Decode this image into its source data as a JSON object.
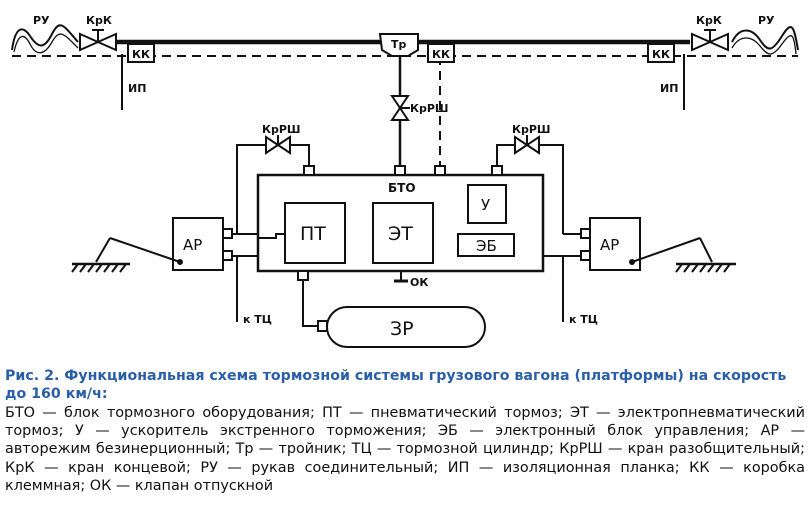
{
  "labels": {
    "ru": "РУ",
    "krk": "КрК",
    "kk": "КК",
    "ip": "ИП",
    "tr": "Тр",
    "krsh": "КрРШ",
    "bto": "БТО",
    "pt": "ПТ",
    "et": "ЭТ",
    "u": "У",
    "eb": "ЭБ",
    "ar": "АР",
    "ok": "ОК",
    "ktc": "к ТЦ",
    "zr": "ЗР"
  },
  "caption": {
    "title": "Рис. 2. Функциональная схема тормозной системы грузового вагона (платформы) на скорость до 160 км/ч:",
    "legend": "БТО — блок тормозного оборудования; ПТ — пневматический тормоз; ЭТ — электропневматический тормоз; У — ускоритель экстренного торможения; ЭБ — электронный блок управления; АР — авторежим безинерционный; Тр — тройник; ТЦ — тормозной цилиндр; КрРШ — кран разобщительный; КрК — кран концевой; РУ — рукав соединительный; ИП — изоляционная планка; КК — коробка клеммная; ОК — клапан отпускной"
  },
  "colors": {
    "caption_title": "#2a5fa8",
    "ink": "#111111"
  }
}
